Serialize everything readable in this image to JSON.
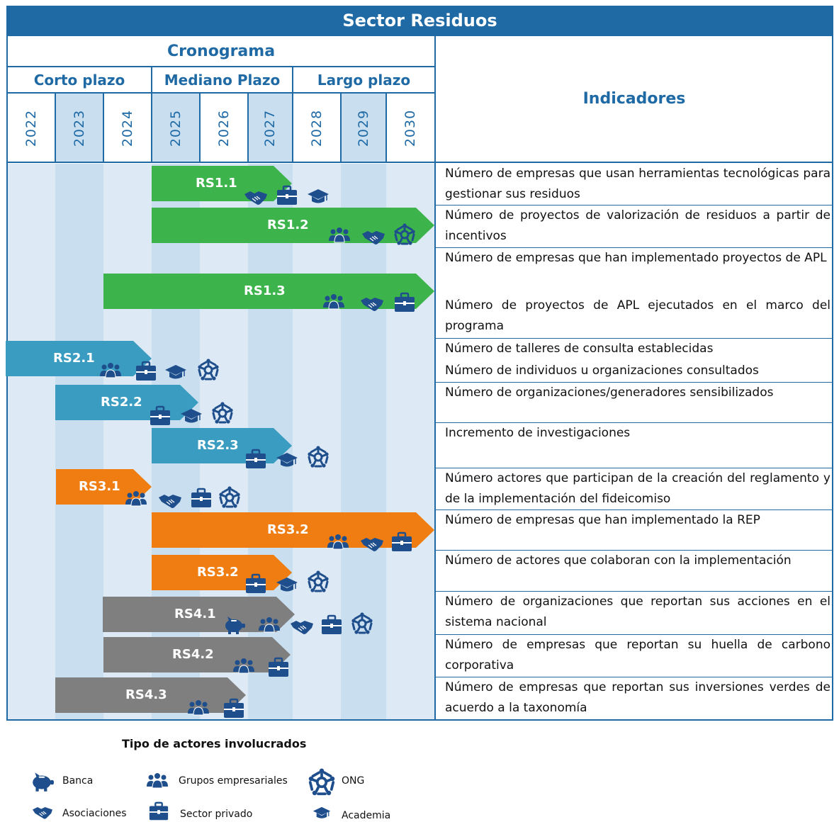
{
  "title": "Sector Residuos",
  "header": {
    "cronograma": "Cronograma",
    "indicadores": "Indicadores",
    "periods": [
      "Corto plazo",
      "Mediano Plazo",
      "Largo plazo"
    ],
    "years": [
      "2022",
      "2023",
      "2024",
      "2025",
      "2026",
      "2027",
      "2028",
      "2029",
      "2030"
    ]
  },
  "colors": {
    "header_blue": "#1f6aa5",
    "green": "#3cb44b",
    "teal": "#3a9cc1",
    "orange": "#ef7d11",
    "gray": "#7f7f7f",
    "icon_navy": "#1f4e8c"
  },
  "actions": [
    {
      "label": "RS1.1",
      "color": "green",
      "actors": [
        "asociaciones",
        "sector-privado",
        "academia"
      ]
    },
    {
      "label": "RS1.2",
      "color": "green",
      "actors": [
        "grupos-empresariales",
        "asociaciones",
        "ong"
      ]
    },
    {
      "label": "RS1.3",
      "color": "green",
      "actors": [
        "grupos-empresariales",
        "asociaciones",
        "sector-privado"
      ]
    },
    {
      "label": "RS2.1",
      "color": "teal",
      "actors": [
        "grupos-empresariales",
        "sector-privado",
        "academia",
        "ong"
      ]
    },
    {
      "label": "RS2.2",
      "color": "teal",
      "actors": [
        "sector-privado",
        "academia",
        "ong"
      ]
    },
    {
      "label": "RS2.3",
      "color": "teal",
      "actors": [
        "sector-privado",
        "academia",
        "ong"
      ]
    },
    {
      "label": "RS3.1",
      "color": "orange",
      "actors": [
        "grupos-empresariales",
        "asociaciones",
        "sector-privado",
        "ong"
      ]
    },
    {
      "label": "RS3.2",
      "color": "orange",
      "actors": [
        "grupos-empresariales",
        "asociaciones",
        "sector-privado"
      ]
    },
    {
      "label": "RS3.2",
      "color": "orange",
      "actors": [
        "sector-privado",
        "academia",
        "ong"
      ]
    },
    {
      "label": "RS4.1",
      "color": "gray",
      "actors": [
        "banca",
        "grupos-empresariales",
        "asociaciones",
        "sector-privado",
        "ong"
      ]
    },
    {
      "label": "RS4.2",
      "color": "gray",
      "actors": [
        "grupos-empresariales",
        "sector-privado"
      ]
    },
    {
      "label": "RS4.3",
      "color": "gray",
      "actors": [
        "grupos-empresariales",
        "sector-privado"
      ]
    }
  ],
  "indicators": [
    "Número de empresas que usan herramientas tecnológicas para gestionar sus residuos",
    "Número de proyectos de valorización de residuos a partir de incentivos",
    "Número de empresas que han implementado proyectos de APL",
    "Número de proyectos de APL ejecutados en el marco del programa",
    "Número de talleres de consulta establecidas",
    "Número de individuos u organizaciones consultados",
    "Número de organizaciones/generadores sensibilizados",
    "Incremento de investigaciones",
    "Número actores que participan de la creación del reglamento y de la implementación del fideicomiso",
    "Número de empresas que han implementado la REP",
    "Número de actores que colaboran con la implementación",
    "Número de organizaciones que reportan sus acciones en el sistema nacional",
    "Número de empresas que reportan su huella de carbono corporativa",
    "Número de empresas que reportan sus inversiones verdes de acuerdo a la taxonomía"
  ],
  "legend": {
    "title": "Tipo de actores involucrados",
    "items": {
      "banca": "Banca",
      "grupos_empresariales": "Grupos empresariales",
      "ong": "ONG",
      "asociaciones": "Asociaciones",
      "sector_privado": "Sector privado",
      "academia": "Academia"
    }
  }
}
